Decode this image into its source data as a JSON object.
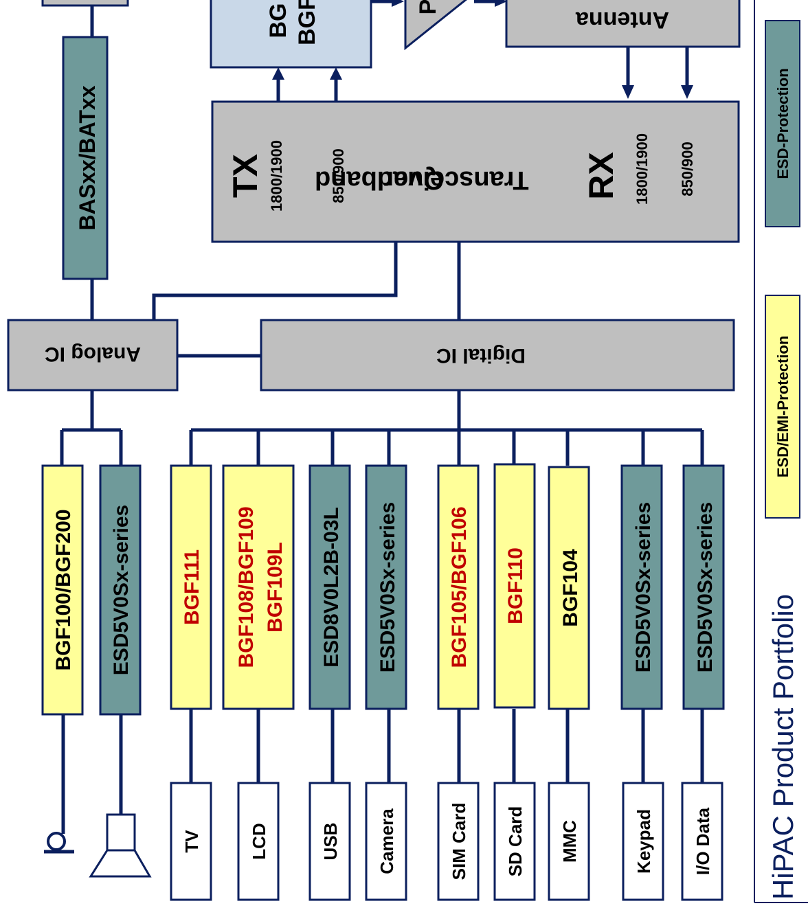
{
  "footer": {
    "title_strong": "HiPAC",
    "title_rest": " Product Portfolio",
    "legend_yellow": "ESD/EMI-Protection",
    "legend_teal": "ESD-Protection"
  },
  "blocks": {
    "analog_ic": "Analog IC",
    "digital_ic": "Digital IC",
    "basxx": "BASxx/BATxx",
    "transceiver_line1": "Transceiver",
    "transceiver_line2": "Quadband",
    "tx": "TX",
    "rx": "RX",
    "tx_1800": "1800/1900",
    "tx_850": "850/900",
    "rx_1800": "1800/1900",
    "rx_850": "850/900",
    "antenna": "Antenna",
    "pa": "P",
    "bgf_top_1": "BG",
    "bgf_top_2": "BGF"
  },
  "components": [
    {
      "part": "BGF100/BGF200",
      "color": "#ffff99",
      "text_color": "#000000"
    },
    {
      "part": "ESD5V0Sx-series",
      "color": "#6f9a9a",
      "text_color": "#000000"
    },
    {
      "part": "BGF111",
      "color": "#ffff99",
      "text_color": "#c00000"
    },
    {
      "part": "BGF108/BGF109",
      "part2": "BGF109L",
      "color": "#ffff99",
      "text_color": "#c00000"
    },
    {
      "part": "ESD8V0L2B-03L",
      "color": "#6f9a9a",
      "text_color": "#000000"
    },
    {
      "part": "ESD5V0Sx-series",
      "color": "#6f9a9a",
      "text_color": "#000000"
    },
    {
      "part": "BGF105/BGF106",
      "color": "#ffff99",
      "text_color": "#c00000"
    },
    {
      "part": "BGF110",
      "color": "#ffff99",
      "text_color": "#c00000"
    },
    {
      "part": "BGF104",
      "color": "#ffff99",
      "text_color": "#000000"
    },
    {
      "part": "ESD5V0Sx-series",
      "color": "#6f9a9a",
      "text_color": "#000000"
    },
    {
      "part": "ESD5V0Sx-series",
      "color": "#6f9a9a",
      "text_color": "#000000"
    }
  ],
  "ports": [
    "TV",
    "LCD",
    "USB",
    "Camera",
    "SIM Card",
    "SD Card",
    "MMC",
    "Keypad",
    "I/O Data"
  ],
  "colors": {
    "line": "#0b1f5e",
    "gray": "#bfbfbf",
    "blue": "#c9d8e8",
    "teal": "#6f9a9a",
    "yellow": "#ffff99",
    "red_text": "#c00000"
  }
}
